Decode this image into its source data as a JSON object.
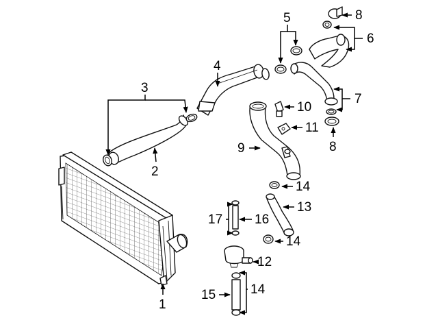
{
  "callouts": {
    "c1": "1",
    "c2": "2",
    "c3": "3",
    "c4": "4",
    "c5": "5",
    "c6": "6",
    "c7": "7",
    "c8_top": "8",
    "c8_bottom": "8",
    "c9": "9",
    "c10": "10",
    "c11": "11",
    "c12": "12",
    "c13": "13",
    "c14_upper": "14",
    "c14_middle": "14",
    "c14_lower": "14",
    "c15": "15",
    "c16": "16",
    "c17": "17"
  },
  "parts": [
    {
      "callout": "1",
      "name": "intercooler-icon"
    },
    {
      "callout": "2",
      "name": "lower-intake-hose-icon"
    },
    {
      "callout": "3",
      "name": "hose-clamp-pair-icon"
    },
    {
      "callout": "4",
      "name": "intake-pipe-icon"
    },
    {
      "callout": "5",
      "name": "hose-clamp-pair-icon"
    },
    {
      "callout": "6",
      "name": "upper-hose-icon"
    },
    {
      "callout": "7",
      "name": "tube-assembly-icon"
    },
    {
      "callout": "8",
      "name": "clamp-icon"
    },
    {
      "callout": "9",
      "name": "intercooler-hose-icon"
    },
    {
      "callout": "10",
      "name": "sensor-icon"
    },
    {
      "callout": "11",
      "name": "bracket-icon"
    },
    {
      "callout": "12",
      "name": "valve-icon"
    },
    {
      "callout": "13",
      "name": "vent-hose-icon"
    },
    {
      "callout": "14",
      "name": "hose-clamp-icon"
    },
    {
      "callout": "15",
      "name": "hose-icon"
    },
    {
      "callout": "16",
      "name": "small-hose-icon"
    },
    {
      "callout": "17",
      "name": "small-clamp-icon"
    }
  ]
}
